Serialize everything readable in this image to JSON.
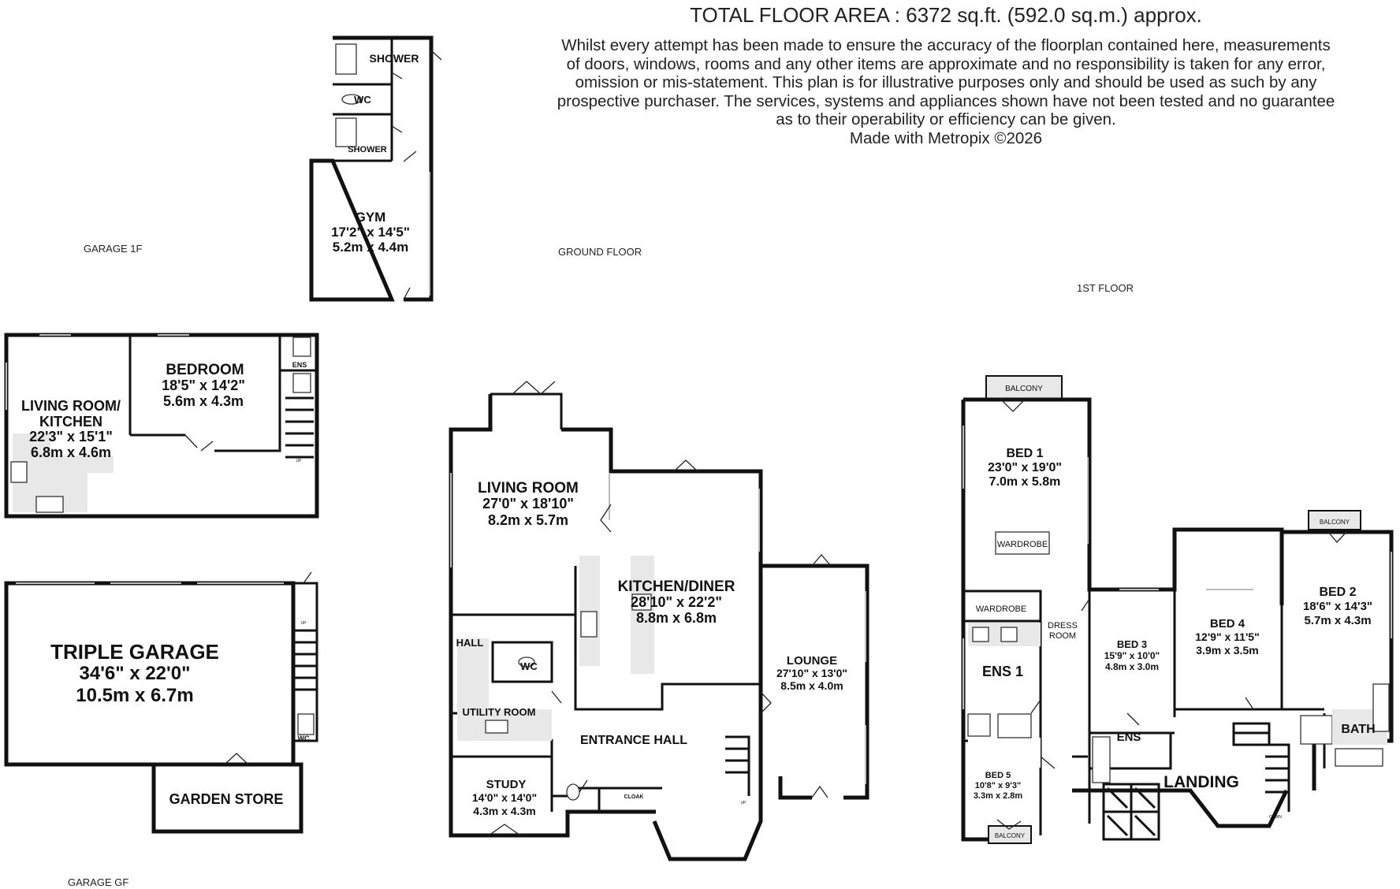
{
  "header": {
    "total_area": "TOTAL FLOOR AREA : 6372 sq.ft. (592.0 sq.m.) approx.",
    "disclaimer": [
      "Whilst every attempt has been made to ensure the accuracy of the floorplan contained here, measurements",
      "of doors, windows, rooms and any other items are approximate and no responsibility is taken for any error,",
      "omission or mis-statement. This plan is for illustrative purposes only and should be used as such by any",
      "prospective purchaser. The services, systems and appliances shown have not been tested and no guarantee",
      "as to their operability or efficiency can be given.",
      "Made with Metropix ©2026"
    ]
  },
  "floors": {
    "garage_1f": "GARAGE 1F",
    "ground_floor": "GROUND FLOOR",
    "first_floor": "1ST FLOOR",
    "garage_gf": "GARAGE GF"
  },
  "rooms": {
    "shower_top": "SHOWER",
    "wc_gym": "WC",
    "shower_bottom": "SHOWER",
    "gym": {
      "name": "GYM",
      "imperial": "17'2\"  x 14'5\"",
      "metric": "5.2m  x 4.4m"
    },
    "bedroom": {
      "name": "BEDROOM",
      "imperial": "18'5\"  x 14'2\"",
      "metric": "5.6m  x 4.3m"
    },
    "ens_small": "ENS",
    "living_kitchen": {
      "name1": "LIVING ROOM/",
      "name2": "KITCHEN",
      "imperial": "22'3\"  x 15'1\"",
      "metric": "6.8m  x 4.6m"
    },
    "triple_garage": {
      "name": "TRIPLE GARAGE",
      "imperial": "34'6\"  x 22'0\"",
      "metric": "10.5m  x 6.7m"
    },
    "garden_store": "GARDEN STORE",
    "wc_garage": "WC",
    "living_room": {
      "name": "LIVING ROOM",
      "imperial": "27'0\"  x 18'10\"",
      "metric": "8.2m  x 5.7m"
    },
    "kitchen_diner": {
      "name": "KITCHEN/DINER",
      "imperial": "28'10\"  x 22'2\"",
      "metric": "8.8m  x 6.8m"
    },
    "lounge": {
      "name": "LOUNGE",
      "imperial": "27'10\"  x 13'0\"",
      "metric": "8.5m  x 4.0m"
    },
    "hall": "HALL",
    "wc_ground": "WC",
    "utility": "UTILITY ROOM",
    "entrance_hall": "ENTRANCE HALL",
    "study": {
      "name": "STUDY",
      "imperial": "14'0\"  x 14'0\"",
      "metric": "4.3m  x 4.3m"
    },
    "cloak": "CLOAK",
    "balcony_bed1": "BALCONY",
    "bed1": {
      "name": "BED 1",
      "imperial": "23'0\"  x 19'0\"",
      "metric": "7.0m  x 5.8m"
    },
    "wardrobe_bed1": "WARDROBE",
    "wardrobe_ens": "WARDROBE",
    "dress_room": "DRESS\nROOM",
    "dress_room_1": "DRESS",
    "dress_room_2": "ROOM",
    "ens1": "ENS 1",
    "bed3": {
      "name": "BED 3",
      "imperial": "15'9\"  x 10'0\"",
      "metric": "4.8m  x 3.0m"
    },
    "bed4": {
      "name": "BED 4",
      "imperial": "12'9\"  x 11'5\"",
      "metric": "3.9m  x 3.5m"
    },
    "balcony_bed2": "BALCONY",
    "bed2": {
      "name": "BED 2",
      "imperial": "18'6\"  x 14'3\"",
      "metric": "5.7m  x 4.3m"
    },
    "ens_first": "ENS",
    "bath": "BATH",
    "landing": "LANDING",
    "bed5": {
      "name": "BED 5",
      "imperial": "10'8\"  x 9'3\"",
      "metric": "3.3m  x 2.8m"
    },
    "balcony_bed5": "BALCONY",
    "up": "UP",
    "down": "DOWN"
  }
}
